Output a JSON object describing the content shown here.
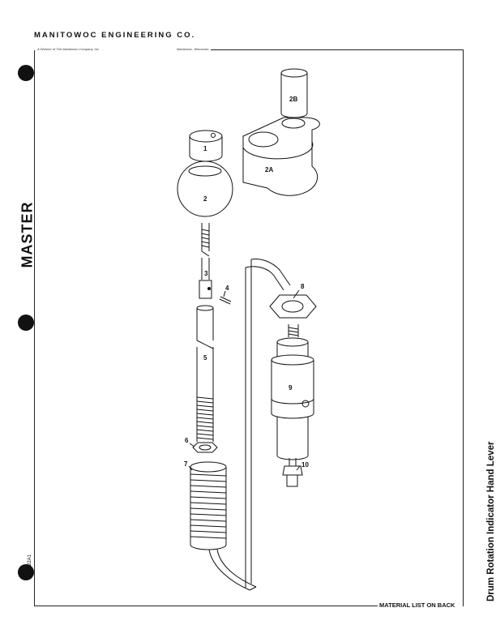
{
  "header": {
    "company": "MANITOWOC ENGINEERING CO.",
    "division": "A Division of The Manitowoc Company, Inc.",
    "location": "Manitowoc, Wisconsin"
  },
  "side_label": "MASTER",
  "doc_number": "95822A1",
  "footer_note": "MATERIAL LIST ON BACK",
  "title": "Drum Rotation Indicator Hand Lever",
  "callouts": {
    "p1": "1",
    "p2": "2",
    "p2a": "2A",
    "p2b": "2B",
    "p3": "3",
    "p4": "4",
    "p5": "5",
    "p6": "6",
    "p7": "7",
    "p8": "8",
    "p9": "9",
    "p10": "10"
  }
}
